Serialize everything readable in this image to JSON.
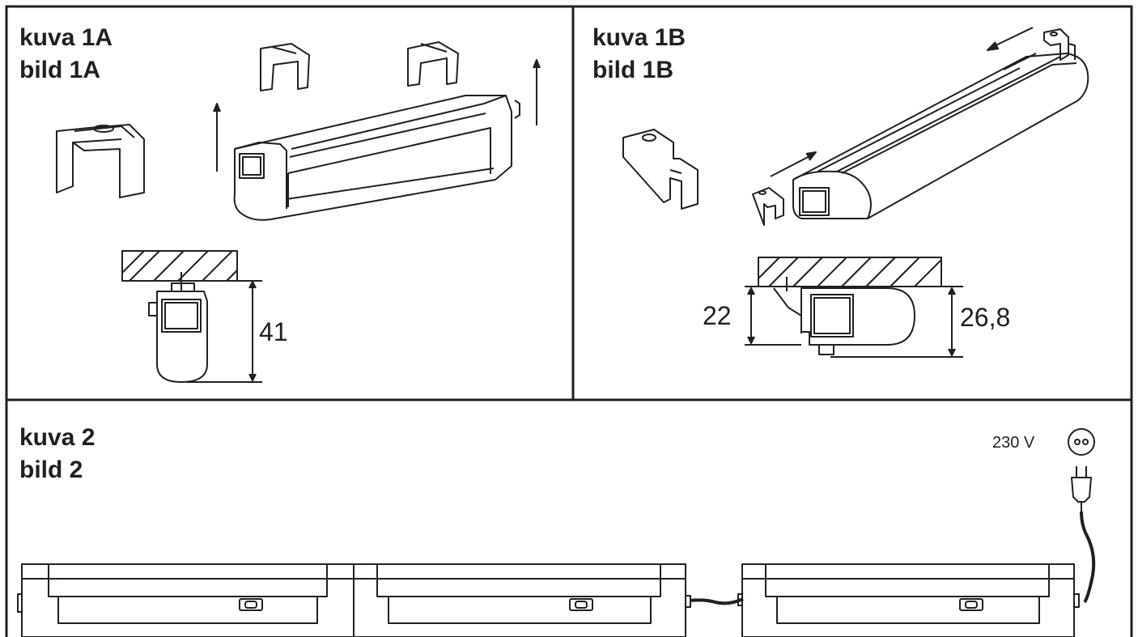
{
  "panel_1a": {
    "title_fi": "kuva 1A",
    "title_sv": "bild 1A",
    "dimension": "41"
  },
  "panel_1b": {
    "title_fi": "kuva 1B",
    "title_sv": "bild 1B",
    "dimension_left": "22",
    "dimension_right": "26,8"
  },
  "panel_2": {
    "title_fi": "kuva 2",
    "title_sv": "bild 2",
    "voltage": "230 V"
  },
  "colors": {
    "line": "#231f20",
    "background": "#ffffff"
  }
}
